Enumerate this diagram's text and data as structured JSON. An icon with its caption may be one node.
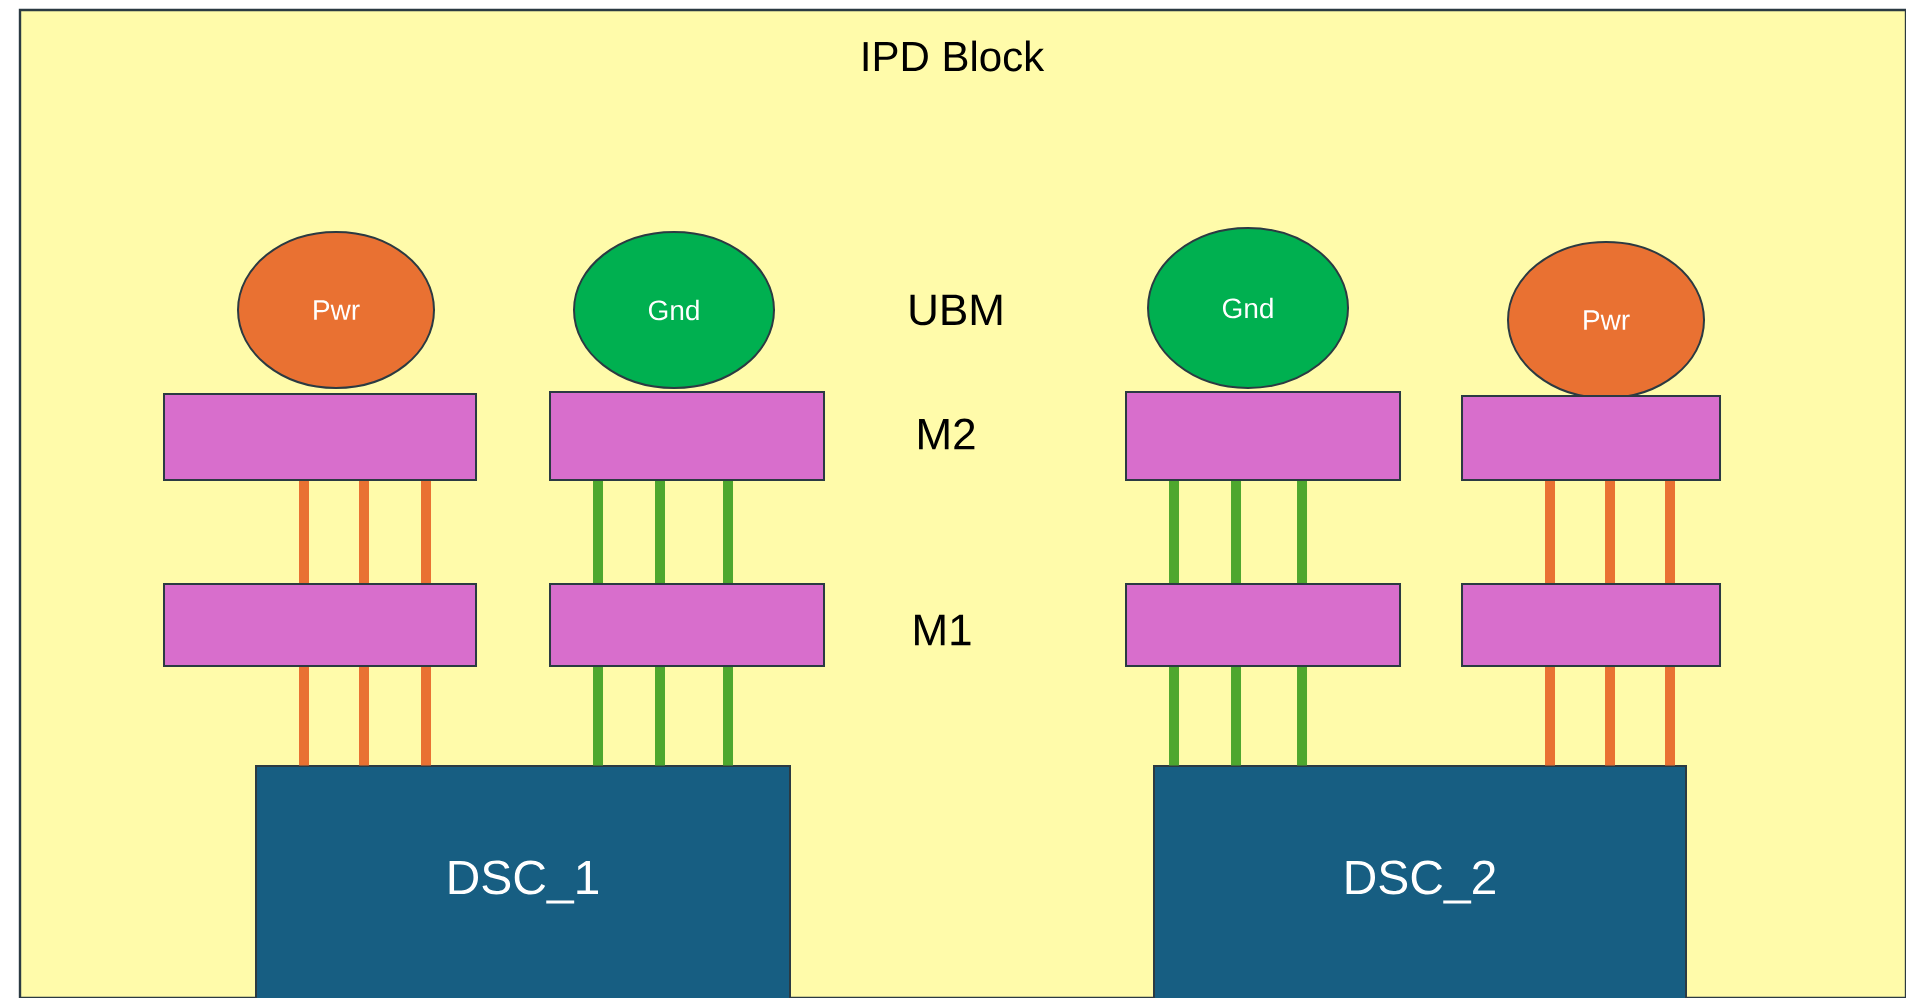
{
  "diagram": {
    "nodes": [
      {
        "text": [
          "IPD Block"
        ]
      },
      {
        "text": [
          "Pwr"
        ],
        "in": 0
      },
      {
        "text": [
          "Gnd"
        ],
        "in": 0
      },
      {
        "text": [
          "Gnd"
        ],
        "in": 0
      },
      {
        "text": [
          "Pwr"
        ],
        "in": 0
      },
      {
        "text": [],
        "shape": "box",
        "in": 0
      },
      {
        "text": [],
        "shape": "box",
        "in": 0
      },
      {
        "text": [],
        "shape": "box",
        "in": 0
      },
      {
        "text": [],
        "shape": "box",
        "in": 0
      },
      {
        "text": [],
        "shape": "box",
        "in": 0
      },
      {
        "text": [],
        "shape": "box",
        "in": 0
      },
      {
        "text": [],
        "shape": "box",
        "in": 0
      },
      {
        "text": [],
        "shape": "box",
        "in": 0
      },
      {
        "text": [
          "DSC_1"
        ],
        "in": 0
      },
      {
        "text": [
          "DSC_2"
        ],
        "in": 0
      }
    ],
    "edges": [
      {
        "from": 5,
        "to": 9,
        "arrow": "none",
        "color": "#e97132"
      },
      {
        "from": 5,
        "to": 9,
        "arrow": "none",
        "color": "#e97132"
      },
      {
        "from": 5,
        "to": 9,
        "arrow": "none",
        "color": "#e97132"
      },
      {
        "from": 6,
        "to": 10,
        "arrow": "none",
        "color": "#4ea72e"
      },
      {
        "from": 6,
        "to": 10,
        "arrow": "none",
        "color": "#4ea72e"
      },
      {
        "from": 6,
        "to": 10,
        "arrow": "none",
        "color": "#4ea72e"
      },
      {
        "from": 7,
        "to": 11,
        "arrow": "none",
        "color": "#4ea72e"
      },
      {
        "from": 7,
        "to": 11,
        "arrow": "none",
        "color": "#4ea72e"
      },
      {
        "from": 7,
        "to": 11,
        "arrow": "none",
        "color": "#4ea72e"
      },
      {
        "from": 8,
        "to": 12,
        "arrow": "none",
        "color": "#e97132"
      },
      {
        "from": 8,
        "to": 12,
        "arrow": "none",
        "color": "#e97132"
      },
      {
        "from": 8,
        "to": 12,
        "arrow": "none",
        "color": "#e97132"
      },
      {
        "from": 9,
        "to": 13,
        "arrow": "none",
        "color": "#e97132"
      },
      {
        "from": 9,
        "to": 13,
        "arrow": "none",
        "color": "#e97132"
      },
      {
        "from": 9,
        "to": 13,
        "arrow": "none",
        "color": "#e97132"
      },
      {
        "from": 10,
        "to": 13,
        "arrow": "none",
        "color": "#4ea72e"
      },
      {
        "from": 10,
        "to": 13,
        "arrow": "none",
        "color": "#4ea72e"
      },
      {
        "from": 10,
        "to": 13,
        "arrow": "none",
        "color": "#4ea72e"
      },
      {
        "from": 11,
        "to": 14,
        "arrow": "none",
        "color": "#4ea72e"
      },
      {
        "from": 11,
        "to": 14,
        "arrow": "none",
        "color": "#4ea72e"
      },
      {
        "from": 11,
        "to": 14,
        "arrow": "none",
        "color": "#4ea72e"
      },
      {
        "from": 12,
        "to": 14,
        "arrow": "none",
        "color": "#e97132"
      },
      {
        "from": 12,
        "to": 14,
        "arrow": "none",
        "color": "#e97132"
      },
      {
        "from": 12,
        "to": 14,
        "arrow": "none",
        "color": "#e97132"
      }
    ],
    "labels": [
      "UBM",
      "M2",
      "M1"
    ]
  }
}
